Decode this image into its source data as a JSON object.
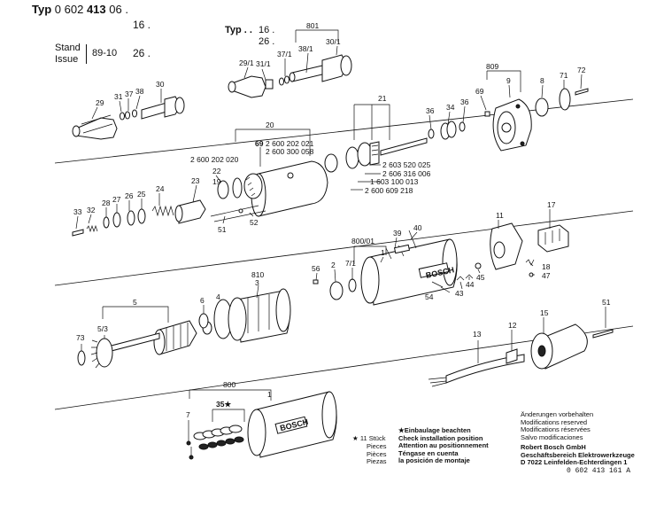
{
  "header": {
    "typ_label": "Typ",
    "typ_number_prefix": "0 602",
    "typ_number_bold": "413",
    "typ_suffixes": [
      "06 .",
      "16 .",
      "26 ."
    ],
    "stand_label": "Stand",
    "issue_label": "Issue",
    "stand_date": "89-10",
    "alt_typ_label": "Typ . .",
    "alt_typ_values": [
      "16 .",
      "26 ."
    ]
  },
  "part_numbers": {
    "n801": "801",
    "n30_1": "30/1",
    "n38_1": "38/1",
    "n37_1": "37/1",
    "n31_1": "31/1",
    "n29_1": "29/1",
    "n29": "29",
    "n31": "31",
    "n37": "37",
    "n38": "38",
    "n30": "30",
    "n809": "809",
    "n69a": "69",
    "n9": "9",
    "n8": "8",
    "n71": "71",
    "n72": "72",
    "n20": "20",
    "n69b": "69",
    "code_2600202021": "2 600 202 021",
    "code_2600300058": "2 600 300 058",
    "code_2600202020": "2 600 202 020",
    "n21": "21",
    "n36a": "36",
    "n34": "34",
    "n36b": "36",
    "code_2603520025": "2 603 520 025",
    "code_2606316006": "2 606 316 006",
    "code_1603100013": "1 603 100 013",
    "code_2600609218": "2 600 609 218",
    "n22": "22",
    "n19": "19",
    "n23": "23",
    "n24": "24",
    "n25": "25",
    "n26": "26",
    "n27": "27",
    "n28": "28",
    "n32": "32",
    "n33": "33",
    "n51a": "51",
    "n52": "52",
    "n800_01": "800/01",
    "n39": "39",
    "n40": "40",
    "n1a": "1",
    "n11": "11",
    "n17": "17",
    "n56": "56",
    "n2": "2",
    "n7_1": "7/1",
    "n810": "810",
    "n3": "3",
    "n4": "4",
    "n6": "6",
    "n43": "43",
    "n44": "44",
    "n45": "45",
    "n54": "54",
    "n18": "18",
    "n47": "47",
    "n5": "5",
    "n5_3": "5/3",
    "n73": "73",
    "n13": "13",
    "n12": "12",
    "n15": "15",
    "n51b": "51",
    "n800": "800",
    "n35": "35★",
    "n1b": "1",
    "n7": "7"
  },
  "legend": {
    "star": "★",
    "qty_label": "11 Stück",
    "qty_langs": [
      "Pieces",
      "Pièces",
      "Piezas"
    ],
    "install_lines": [
      "Einbaulage beachten",
      "Check installation position",
      "Attention au positionnement",
      "Téngase en cuenta",
      "la posición de montaje"
    ]
  },
  "footer": {
    "notice_lines": [
      "Änderungen vorbehalten",
      "Modifications reserved",
      "Modifications réservées",
      "Salvo modificaciones"
    ],
    "company_lines": [
      "Robert Bosch GmbH",
      "Geschäftsbereich Elektrowerkzeuge",
      "D 7022 Leinfelden-Echterdingen 1"
    ],
    "drawing_number": "0 602 413 161 A"
  },
  "brand": "BOSCH"
}
